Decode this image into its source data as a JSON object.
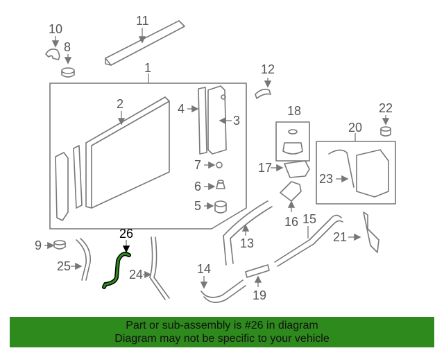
{
  "diagram": {
    "callouts": [
      "1",
      "2",
      "3",
      "4",
      "5",
      "6",
      "7",
      "8",
      "9",
      "10",
      "11",
      "12",
      "13",
      "14",
      "15",
      "16",
      "17",
      "18",
      "19",
      "20",
      "21",
      "22",
      "23",
      "24",
      "25",
      "26"
    ],
    "highlighted_part": "26"
  },
  "banner": {
    "line1": "Part or sub-assembly is #26 in diagram",
    "line2": "Diagram may not be specific to your vehicle",
    "background": "#2e8a1c"
  }
}
